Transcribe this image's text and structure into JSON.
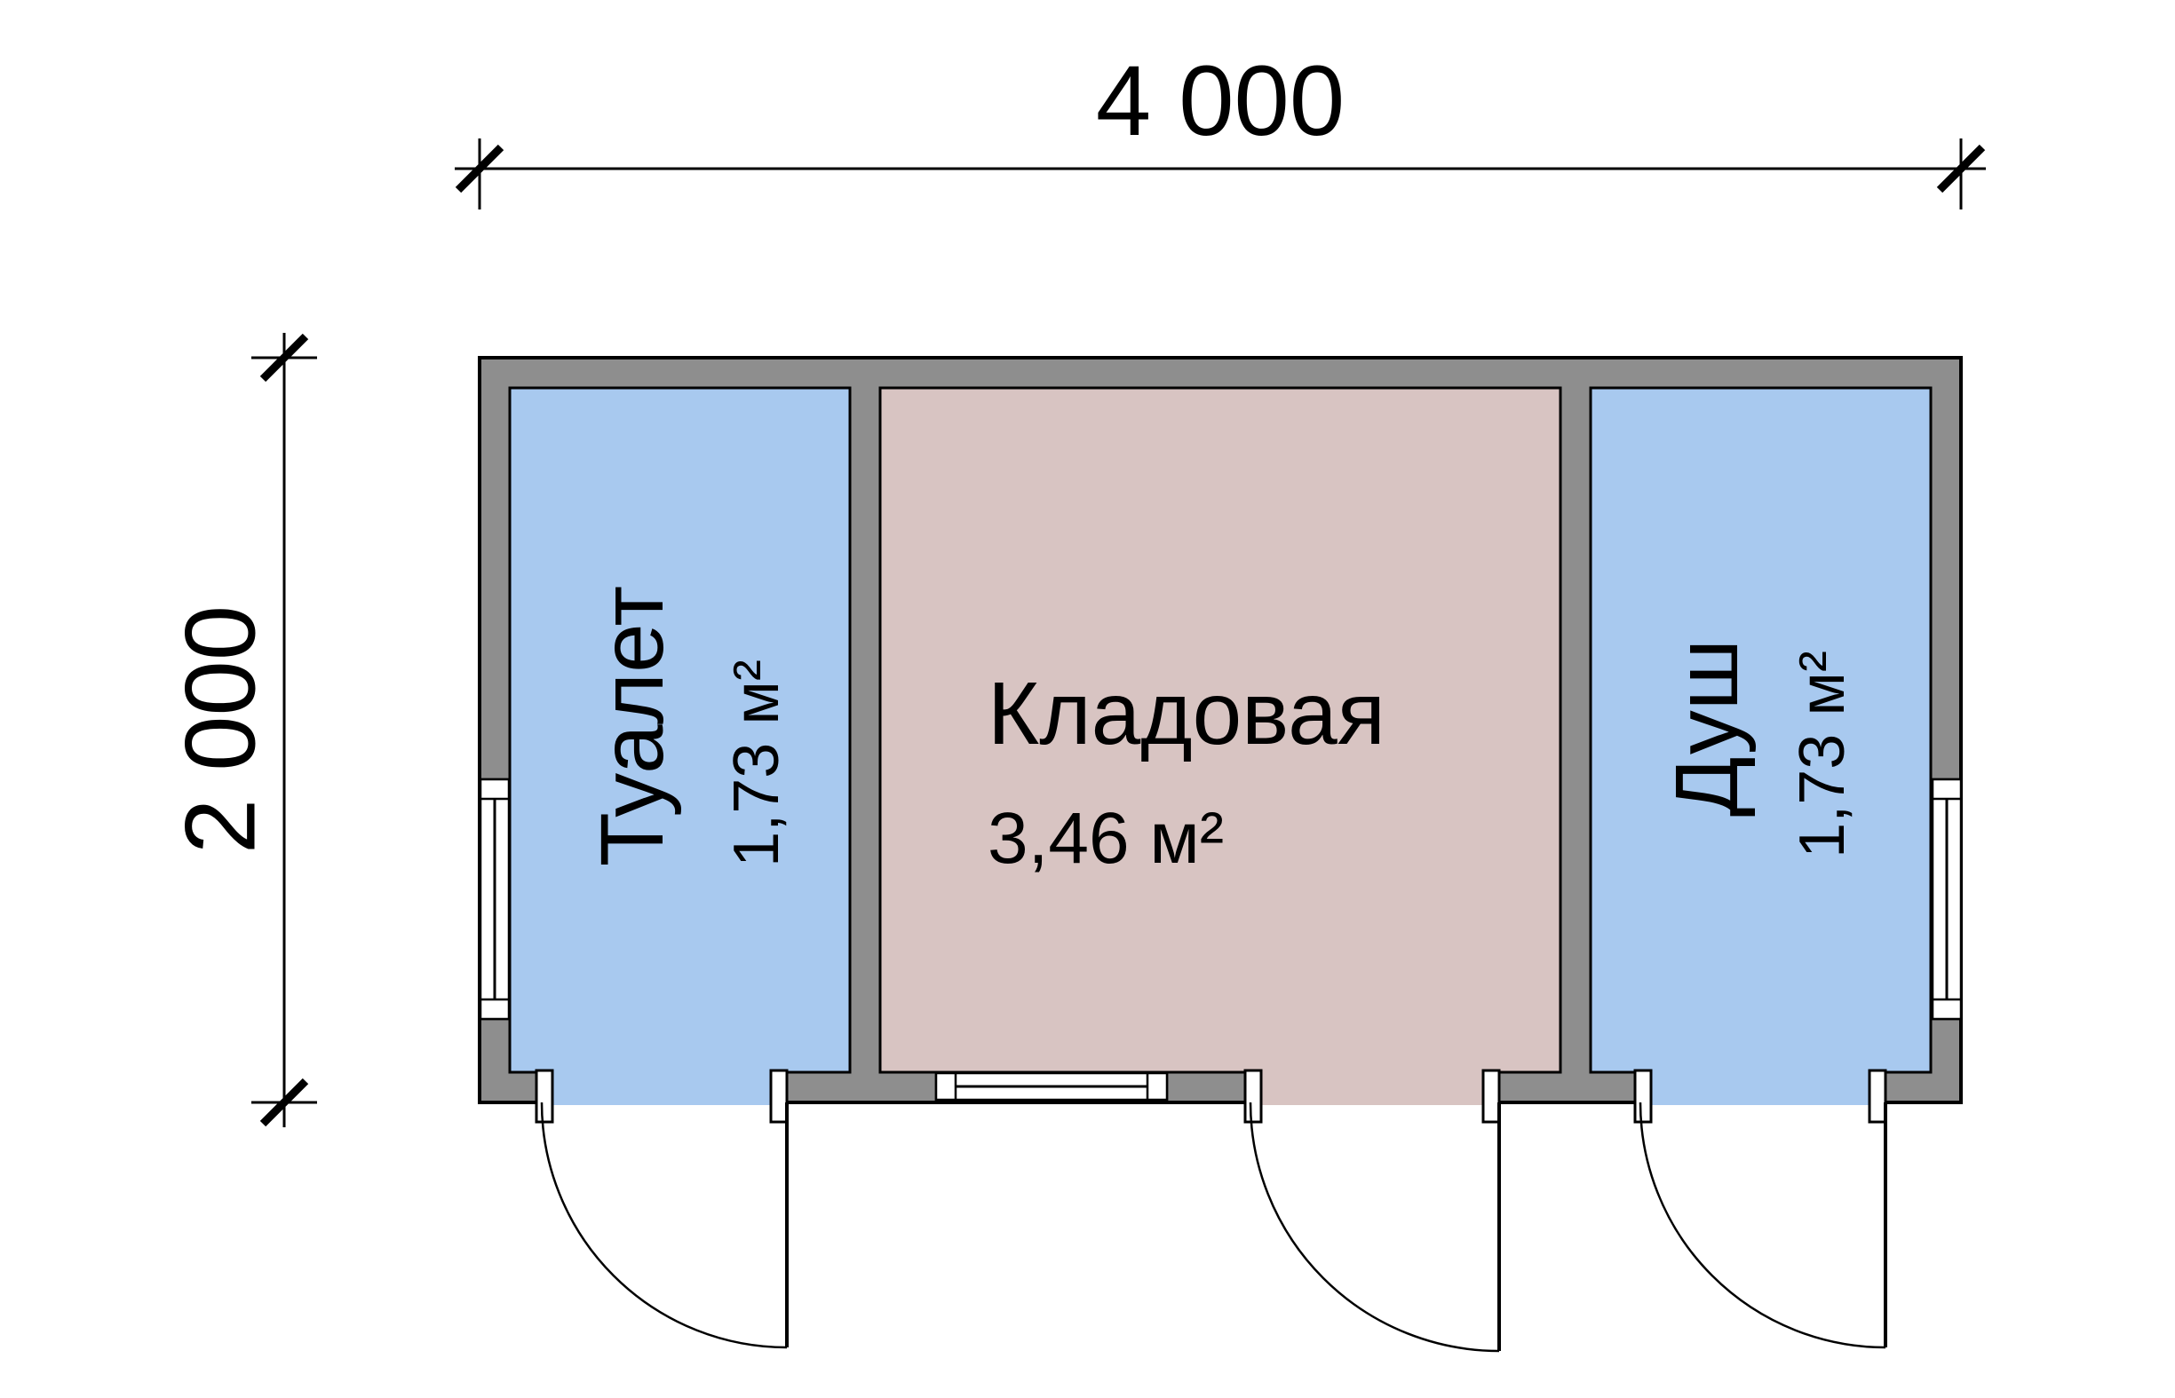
{
  "page": {
    "type": "floor-plan"
  },
  "dimensions": {
    "width_label": "4 000",
    "height_label": "2 000"
  },
  "rooms": [
    {
      "name": "Туалет",
      "area": "1,73 м²",
      "fill": "#a8c9ef"
    },
    {
      "name": "Кладовая",
      "area": "3,46 м²",
      "fill": "#d8c4c2"
    },
    {
      "name": "Душ",
      "area": "1,73 м²",
      "fill": "#a8c9ef"
    }
  ],
  "colors": {
    "wall": "#8e8e8e",
    "line": "#000000",
    "background": "#ffffff"
  }
}
